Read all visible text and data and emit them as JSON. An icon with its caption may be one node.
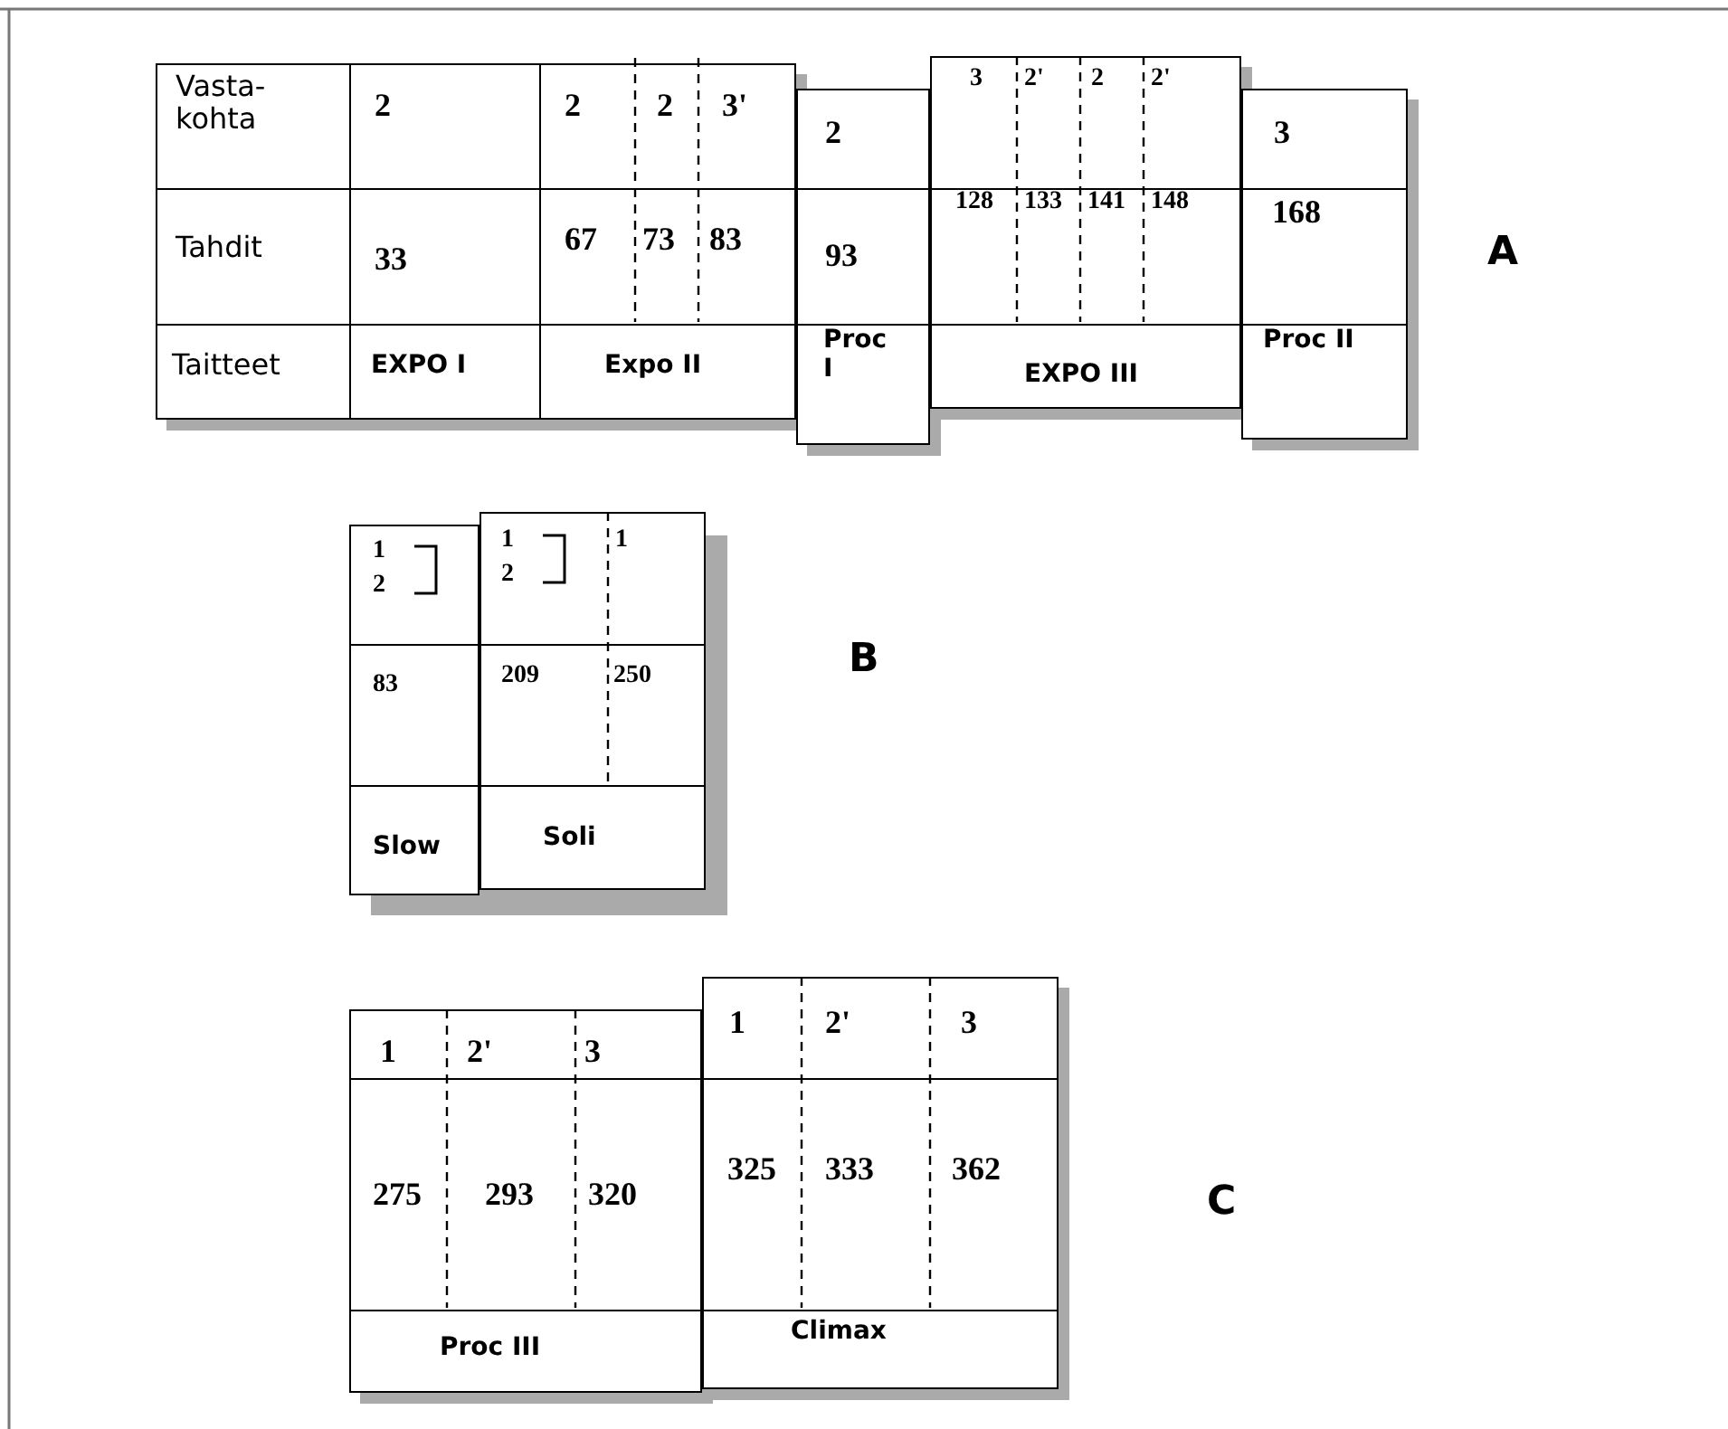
{
  "diagram": {
    "labels": [
      "Vasta-kohta",
      "2",
      "2",
      "2",
      "3'",
      "2",
      "3",
      "2'",
      "2",
      "2'",
      "3",
      "Tahdit",
      "33",
      "67",
      "73",
      "83",
      "93",
      "128",
      "133",
      "141",
      "148",
      "168",
      "Taitteet",
      "EXPO I",
      "Expo II",
      "Proc I",
      "EXPO III",
      "Proc II",
      "A",
      "1",
      "2",
      "1",
      "2",
      "1",
      "83",
      "209",
      "250",
      "Slow",
      "Soli",
      "B",
      "1",
      "2'",
      "3",
      "1",
      "2'",
      "3",
      "275",
      "293",
      "320",
      "325",
      "333",
      "362",
      "Proc III",
      "Climax",
      "C"
    ]
  }
}
